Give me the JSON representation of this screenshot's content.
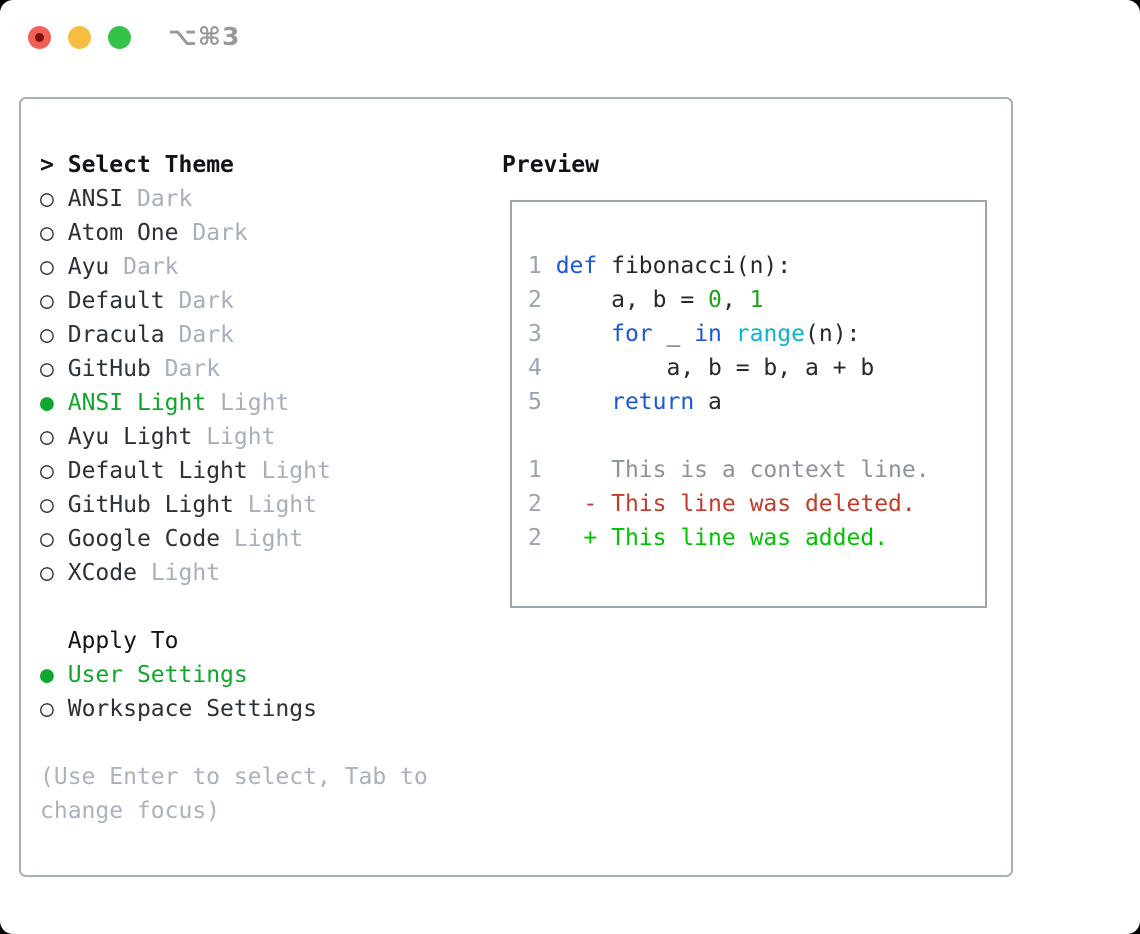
{
  "titlebar": {
    "title": "⌥⌘3",
    "window_controls": [
      "close",
      "minimize",
      "zoom"
    ]
  },
  "theme_selector": {
    "header_prefix": ">",
    "header_label": "Select Theme",
    "themes": [
      {
        "name": "ANSI",
        "tag": "Dark",
        "selected": false
      },
      {
        "name": "Atom One",
        "tag": "Dark",
        "selected": false
      },
      {
        "name": "Ayu",
        "tag": "Dark",
        "selected": false
      },
      {
        "name": "Default",
        "tag": "Dark",
        "selected": false
      },
      {
        "name": "Dracula",
        "tag": "Dark",
        "selected": false
      },
      {
        "name": "GitHub",
        "tag": "Dark",
        "selected": false
      },
      {
        "name": "ANSI Light",
        "tag": "Light",
        "selected": true
      },
      {
        "name": "Ayu Light",
        "tag": "Light",
        "selected": false
      },
      {
        "name": "Default Light",
        "tag": "Light",
        "selected": false
      },
      {
        "name": "GitHub Light",
        "tag": "Light",
        "selected": false
      },
      {
        "name": "Google Code",
        "tag": "Light",
        "selected": false
      },
      {
        "name": "XCode",
        "tag": "Light",
        "selected": false
      }
    ]
  },
  "apply_to": {
    "label": "Apply To",
    "options": [
      {
        "name": "User Settings",
        "selected": true
      },
      {
        "name": "Workspace Settings",
        "selected": false
      }
    ]
  },
  "hint": {
    "line1": "(Use Enter to select, Tab to",
    "line2": "change focus)"
  },
  "preview": {
    "title": "Preview",
    "code_lines": [
      {
        "num": "1",
        "tokens": [
          {
            "t": "def ",
            "c": "kw"
          },
          {
            "t": "fibonacci(n):",
            "c": "plain"
          }
        ]
      },
      {
        "num": "2",
        "tokens": [
          {
            "t": "    a, b = ",
            "c": "plain"
          },
          {
            "t": "0",
            "c": "num"
          },
          {
            "t": ", ",
            "c": "plain"
          },
          {
            "t": "1",
            "c": "num"
          }
        ]
      },
      {
        "num": "3",
        "tokens": [
          {
            "t": "    ",
            "c": "plain"
          },
          {
            "t": "for",
            "c": "kw"
          },
          {
            "t": " _ ",
            "c": "plain"
          },
          {
            "t": "in",
            "c": "kw"
          },
          {
            "t": " ",
            "c": "plain"
          },
          {
            "t": "range",
            "c": "builtin"
          },
          {
            "t": "(n):",
            "c": "plain"
          }
        ]
      },
      {
        "num": "4",
        "tokens": [
          {
            "t": "        a, b = b, a + b",
            "c": "plain"
          }
        ]
      },
      {
        "num": "5",
        "tokens": [
          {
            "t": "    ",
            "c": "plain"
          },
          {
            "t": "return",
            "c": "kw"
          },
          {
            "t": " a",
            "c": "plain"
          }
        ]
      }
    ],
    "diff_lines": [
      {
        "num": "1",
        "text": "    This is a context line.",
        "type": "context"
      },
      {
        "num": "2",
        "text": "  - This line was deleted.",
        "type": "deleted"
      },
      {
        "num": "2",
        "text": "  + This line was added.",
        "type": "added"
      }
    ]
  },
  "colors": {
    "traffic_red": "#f15f55",
    "traffic_red_dot": "#7d120b",
    "traffic_yellow": "#f7bd40",
    "traffic_green": "#35c24b",
    "title_gray": "#96989b",
    "box_border": "#a9b0b8",
    "preview_border": "#9da5ae",
    "plain": "#24292e",
    "name_dark": "#2b3138",
    "tag_gray": "#a6afbb",
    "hint_gray": "#a9b2bd",
    "lnum": "#9aa4b1",
    "context_gray": "#8b939e",
    "kw_blue": "#1d56d8",
    "builtin_cyan": "#10b3c7",
    "num_green": "#1ba31b",
    "added_green": "#00c300",
    "deleted_red": "#c43a2b",
    "selected_green": "#12a52c"
  }
}
